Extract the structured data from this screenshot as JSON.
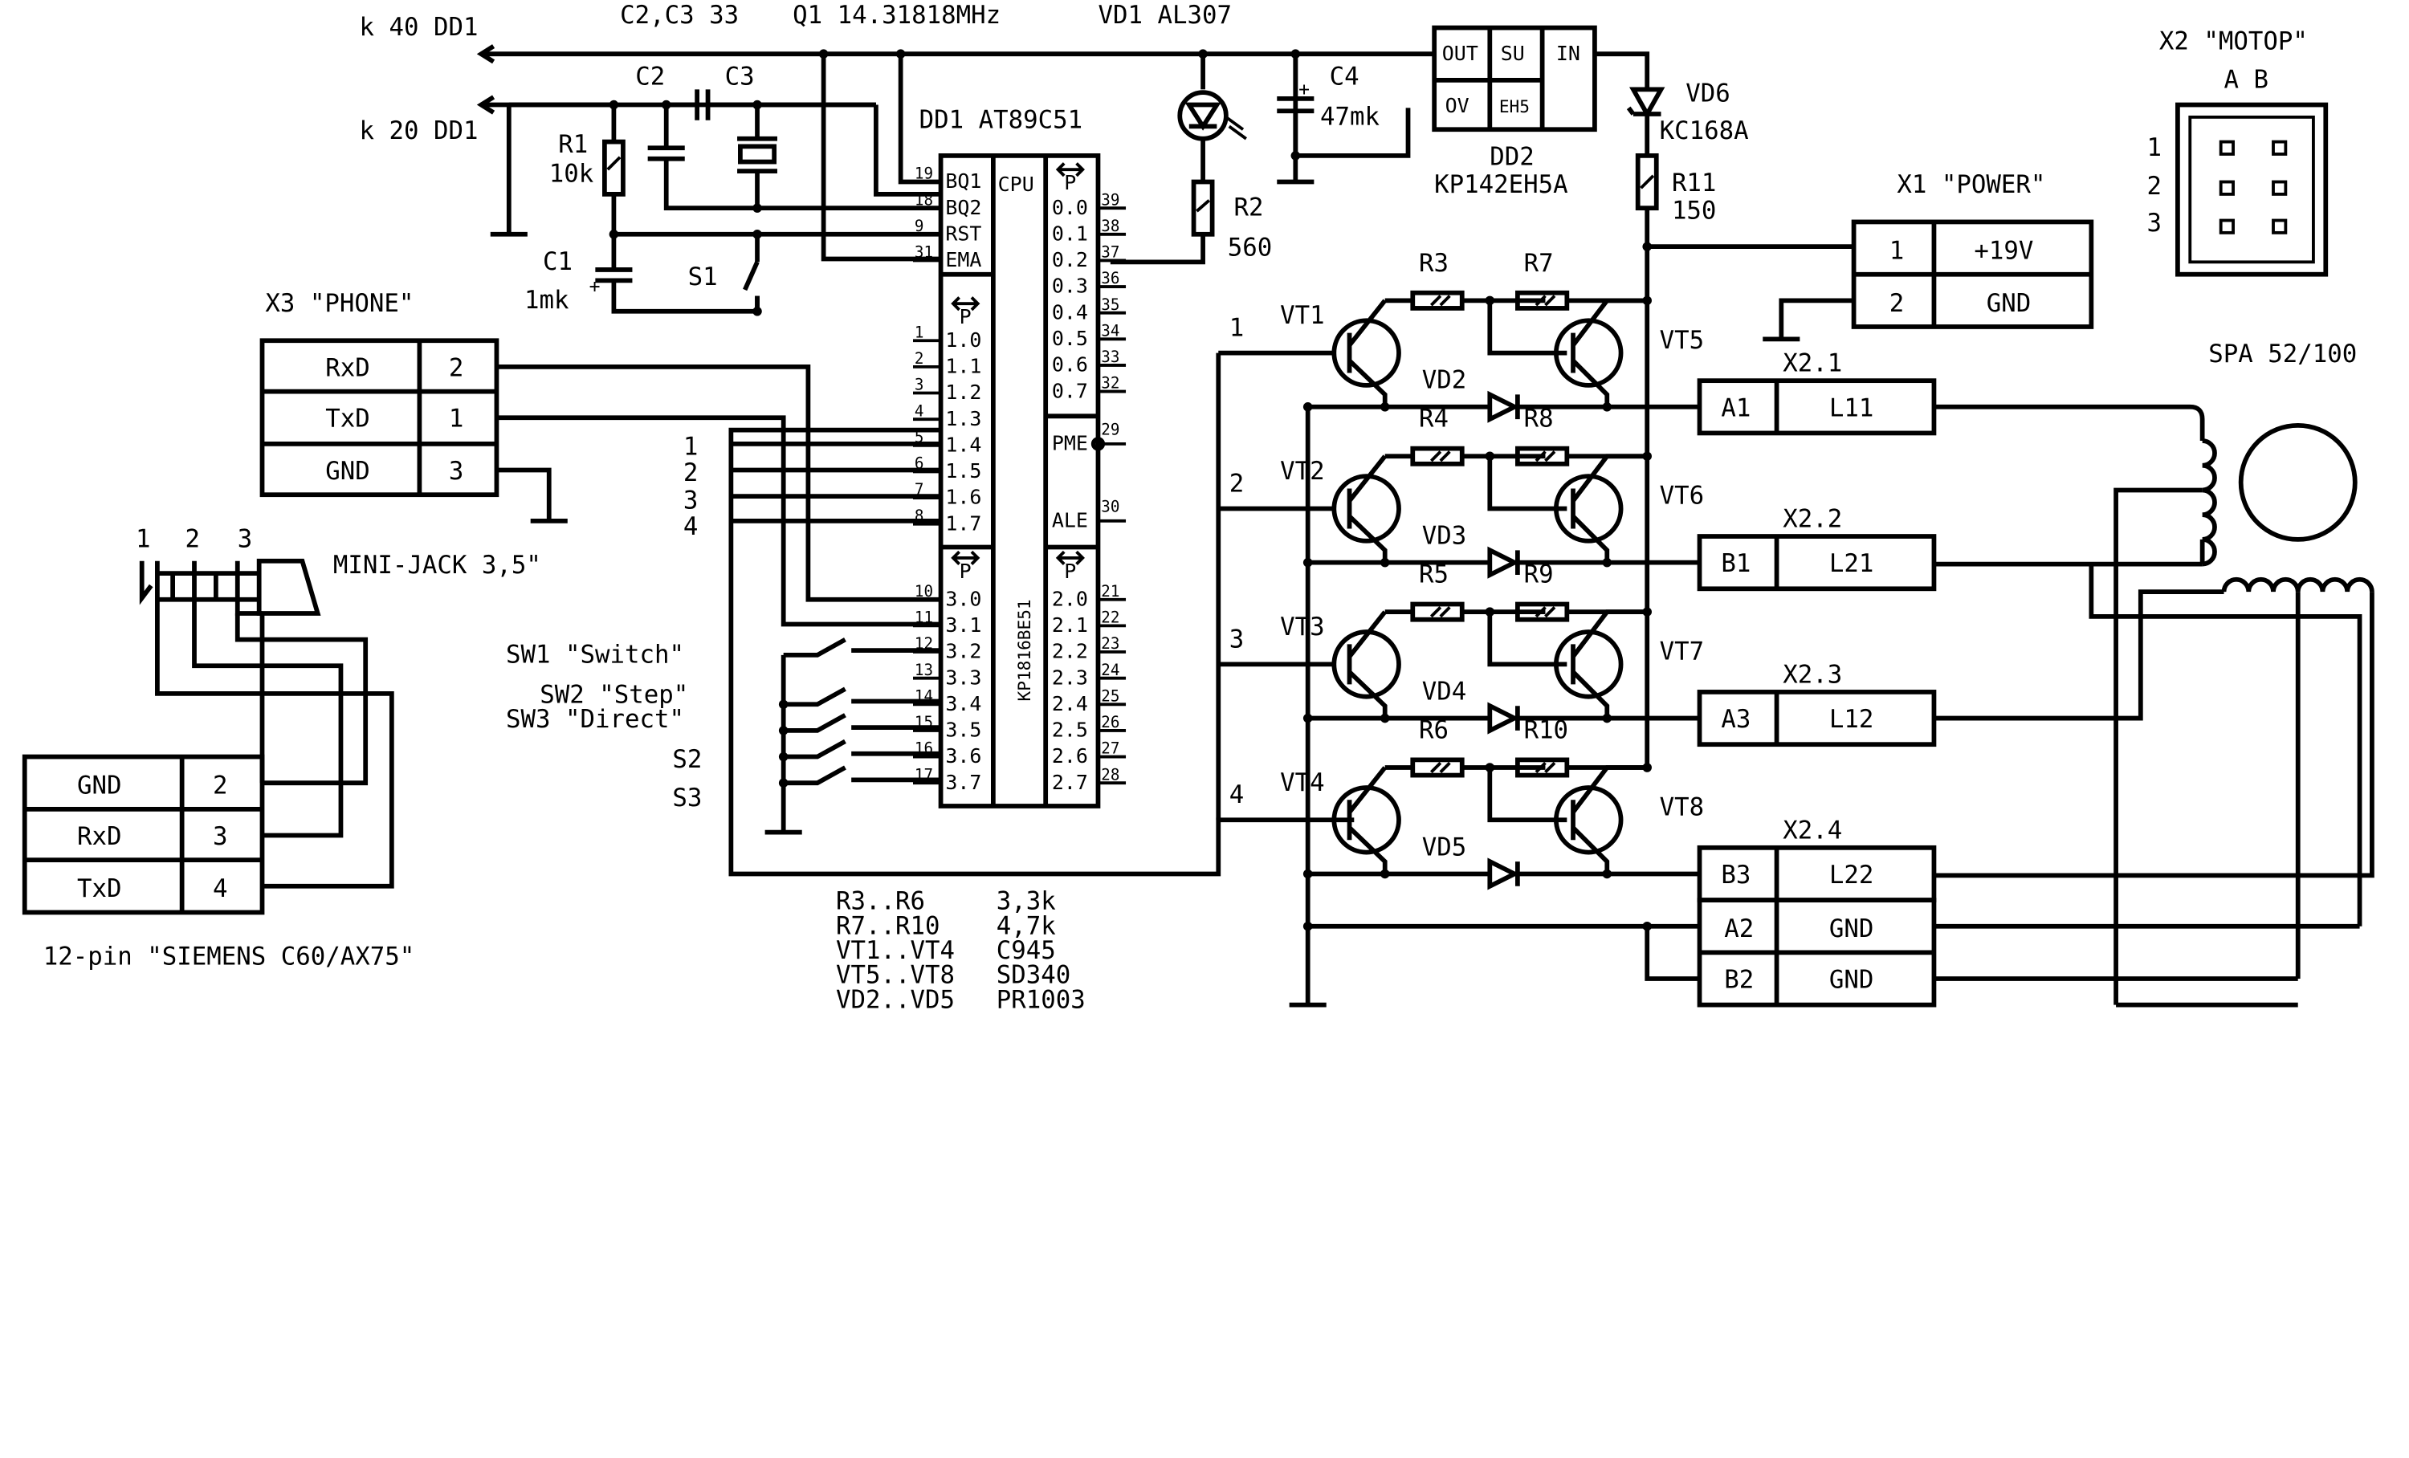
{
  "header": {
    "k40": "k 40 DD1",
    "k20": "k 20 DD1",
    "caps": "C2,C3 33",
    "quartz": "Q1 14.31818MHz",
    "led": "VD1 AL307"
  },
  "mcu": {
    "name": "DD1 AT89C51",
    "chip": "KP1816BE51",
    "cpu": "CPU",
    "p": "P",
    "ctrl_pins": [
      {
        "num": "19",
        "label": "BQ1"
      },
      {
        "num": "18",
        "label": "BQ2"
      },
      {
        "num": "9",
        "label": "RST"
      },
      {
        "num": "31",
        "label": "EMA"
      }
    ],
    "p1_pins": [
      {
        "num": "1",
        "label": "1.0"
      },
      {
        "num": "2",
        "label": "1.1"
      },
      {
        "num": "3",
        "label": "1.2"
      },
      {
        "num": "4",
        "label": "1.3"
      },
      {
        "num": "5",
        "label": "1.4"
      },
      {
        "num": "6",
        "label": "1.5"
      },
      {
        "num": "7",
        "label": "1.6"
      },
      {
        "num": "8",
        "label": "1.7"
      }
    ],
    "p3_pins": [
      {
        "num": "10",
        "label": "3.0"
      },
      {
        "num": "11",
        "label": "3.1"
      },
      {
        "num": "12",
        "label": "3.2"
      },
      {
        "num": "13",
        "label": "3.3"
      },
      {
        "num": "14",
        "label": "3.4"
      },
      {
        "num": "15",
        "label": "3.5"
      },
      {
        "num": "16",
        "label": "3.6"
      },
      {
        "num": "17",
        "label": "3.7"
      }
    ],
    "p0_pins": [
      {
        "num": "39",
        "label": "0.0"
      },
      {
        "num": "38",
        "label": "0.1"
      },
      {
        "num": "37",
        "label": "0.2"
      },
      {
        "num": "36",
        "label": "0.3"
      },
      {
        "num": "35",
        "label": "0.4"
      },
      {
        "num": "34",
        "label": "0.5"
      },
      {
        "num": "33",
        "label": "0.6"
      },
      {
        "num": "32",
        "label": "0.7"
      }
    ],
    "pme": {
      "num": "29",
      "label": "PME"
    },
    "ale": {
      "num": "30",
      "label": "ALE"
    },
    "p2_pins": [
      {
        "num": "21",
        "label": "2.0"
      },
      {
        "num": "22",
        "label": "2.1"
      },
      {
        "num": "23",
        "label": "2.2"
      },
      {
        "num": "24",
        "label": "2.3"
      },
      {
        "num": "25",
        "label": "2.4"
      },
      {
        "num": "26",
        "label": "2.5"
      },
      {
        "num": "27",
        "label": "2.6"
      },
      {
        "num": "28",
        "label": "2.7"
      }
    ]
  },
  "left_parts": {
    "c2": "C2",
    "c3": "C3",
    "r1_name": "R1",
    "r1_val": "10k",
    "c1_name": "C1",
    "c1_val": "1mk",
    "s1": "S1",
    "c4_name": "C4",
    "c4_val": "47mk",
    "r2_name": "R2",
    "r2_val": "560",
    "plus": "+"
  },
  "regulator": {
    "out": "OUT",
    "su": "SU",
    "in": "IN",
    "ov": "OV",
    "eh5": "EH5",
    "name": "DD2",
    "part": "KP142EH5A",
    "vd6_name": "VD6",
    "vd6_part": "KC168A",
    "r11_name": "R11",
    "r11_val": "150"
  },
  "x1": {
    "title": "X1 \"POWER\"",
    "rows": [
      {
        "pin": "1",
        "signal": "+19V"
      },
      {
        "pin": "2",
        "signal": "GND"
      }
    ]
  },
  "x2": {
    "title": "X2 \"MOTOP\"",
    "cols": "A B",
    "rows": [
      "1",
      "2",
      "3"
    ]
  },
  "x3": {
    "title": "X3 \"PHONE\"",
    "rows": [
      {
        "signal": "RxD",
        "pin": "2"
      },
      {
        "signal": "TxD",
        "pin": "1"
      },
      {
        "signal": "GND",
        "pin": "3"
      }
    ]
  },
  "minijack": {
    "label": "MINI-JACK 3,5\"",
    "pins": [
      "1",
      "2",
      "3"
    ]
  },
  "siemens": {
    "caption": "12-pin \"SIEMENS C60/AX75\"",
    "rows": [
      {
        "signal": "GND",
        "pin": "2"
      },
      {
        "signal": "RxD",
        "pin": "3"
      },
      {
        "signal": "TxD",
        "pin": "4"
      }
    ]
  },
  "switches": {
    "sw1": "SW1 \"Switch\"",
    "sw2": "SW2 \"Step\"",
    "sw3": "SW3 \"Direct\"",
    "s2": "S2",
    "s3": "S3"
  },
  "bus_labels": [
    "1",
    "2",
    "3",
    "4"
  ],
  "drivers": [
    {
      "input": "1",
      "vt_low": "VT1",
      "vt_high": "VT5",
      "r_base": "R3",
      "r_high": "R7",
      "diode": "VD2",
      "conn": "X2.1",
      "pin": "A1",
      "coil": "L11"
    },
    {
      "input": "2",
      "vt_low": "VT2",
      "vt_high": "VT6",
      "r_base": "R4",
      "r_high": "R8",
      "diode": "VD3",
      "conn": "X2.2",
      "pin": "B1",
      "coil": "L21"
    },
    {
      "input": "3",
      "vt_low": "VT3",
      "vt_high": "VT7",
      "r_base": "R5",
      "r_high": "R9",
      "diode": "VD4",
      "conn": "X2.3",
      "pin": "A3",
      "coil": "L12"
    },
    {
      "input": "4",
      "vt_low": "VT4",
      "vt_high": "VT8",
      "r_base": "R6",
      "r_high": "R10",
      "diode": "VD5",
      "conn": "X2.4",
      "pin": "B3",
      "coil": "L22"
    }
  ],
  "gnd_rows": [
    {
      "pin": "A2",
      "signal": "GND"
    },
    {
      "pin": "B2",
      "signal": "GND"
    }
  ],
  "motor": {
    "label": "SPA 52/100"
  },
  "bom": [
    {
      "ref": "R3..R6",
      "value": "3,3k"
    },
    {
      "ref": "R7..R10",
      "value": "4,7k"
    },
    {
      "ref": "VT1..VT4",
      "value": "C945"
    },
    {
      "ref": "VT5..VT8",
      "value": "SD340"
    },
    {
      "ref": "VD2..VD5",
      "value": "PR1003"
    }
  ]
}
